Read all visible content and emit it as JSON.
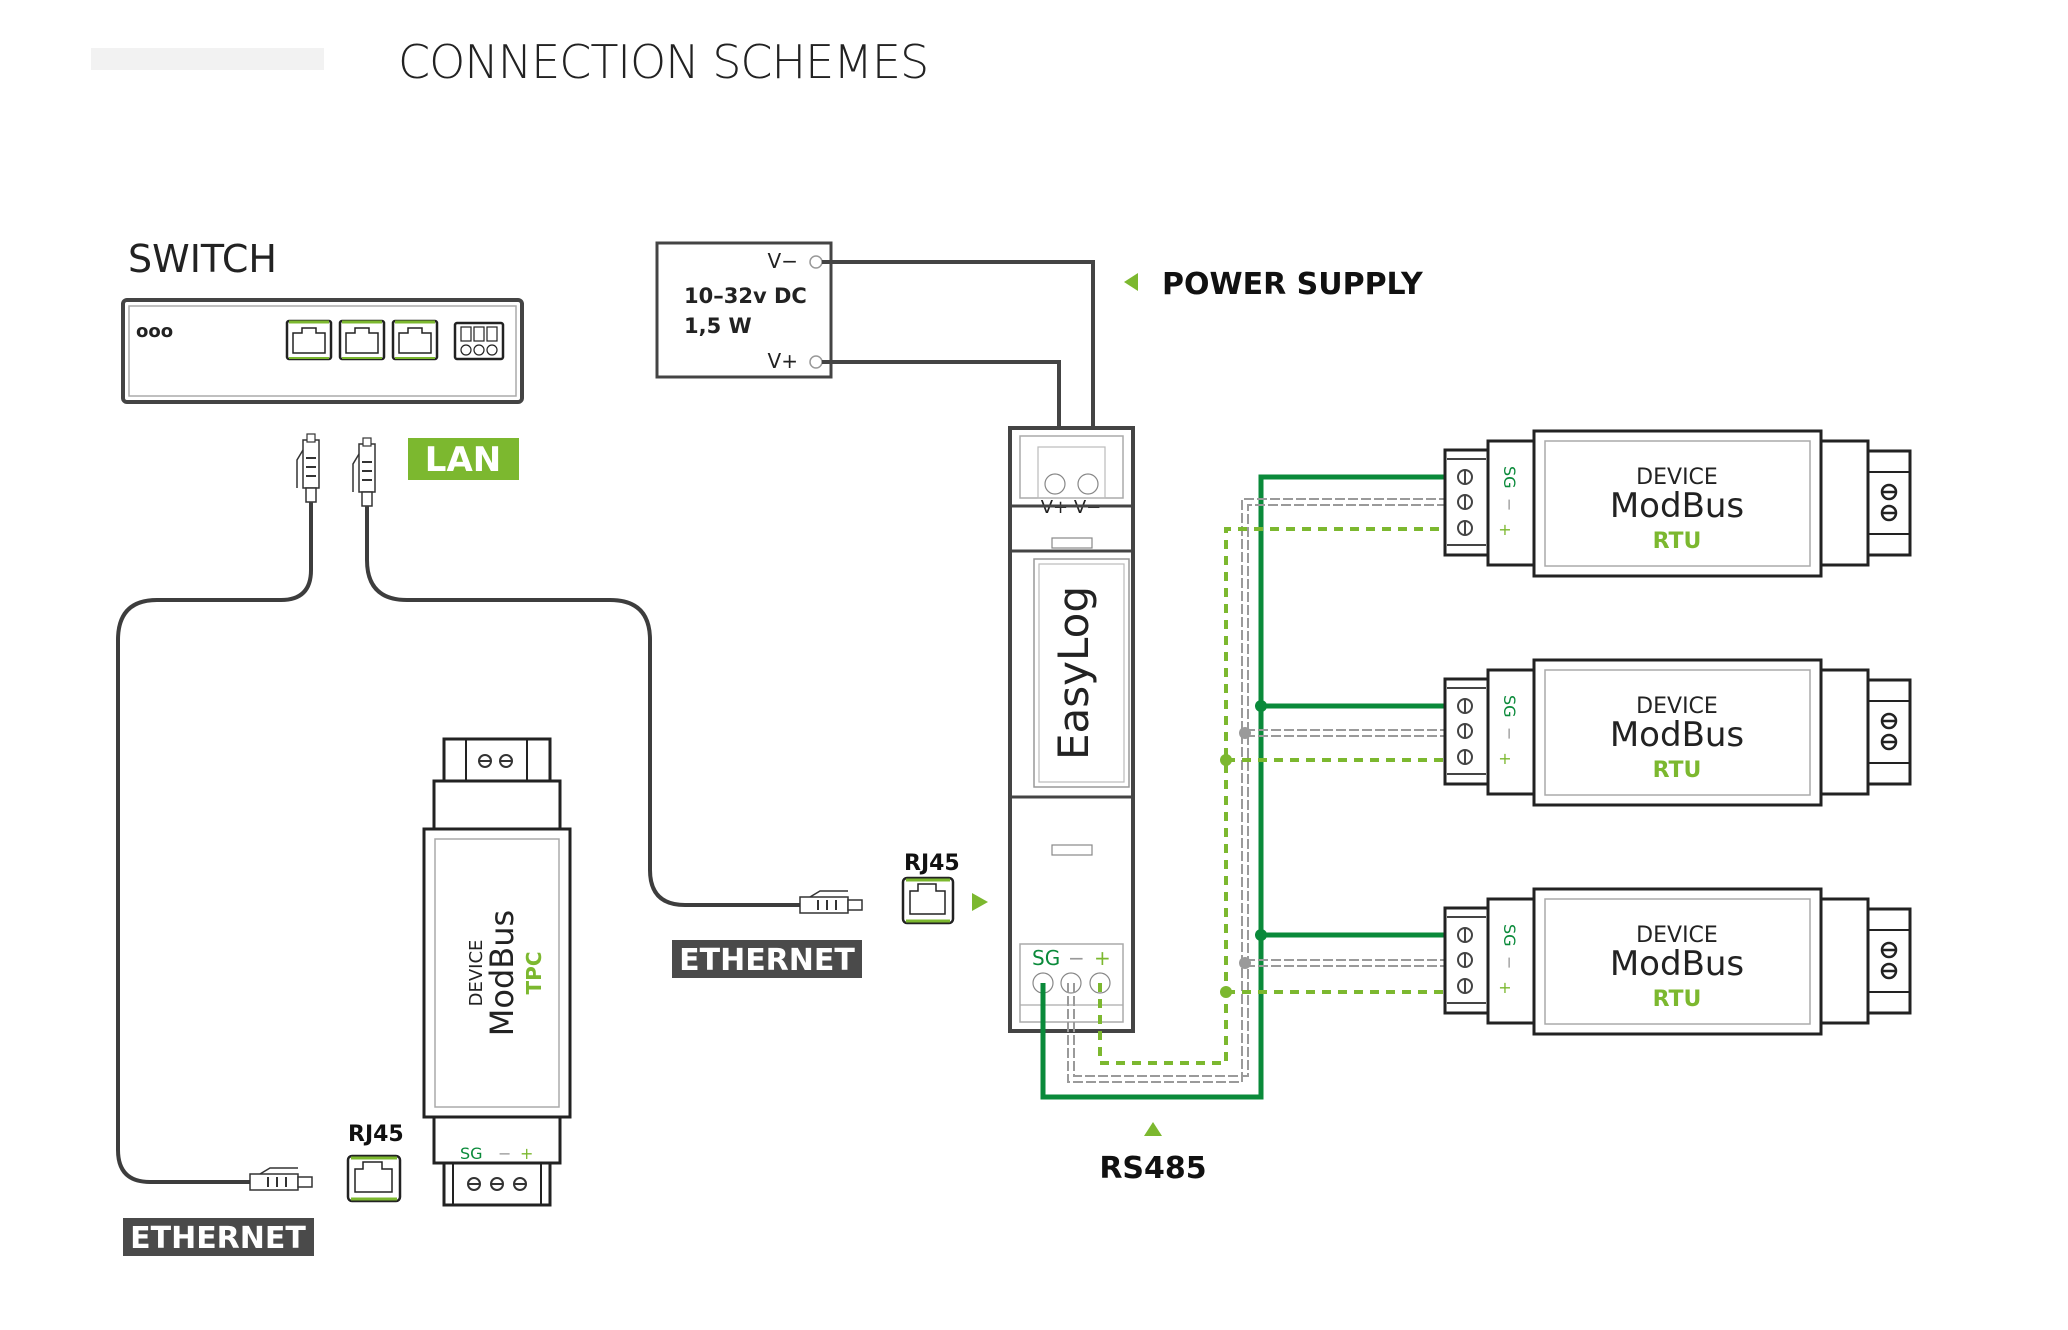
{
  "header": {
    "title": "CONNECTION SCHEMES"
  },
  "switch": {
    "title": "SWITCH",
    "leds": "ooo",
    "lan_badge": "LAN"
  },
  "power_supply": {
    "v_minus": "V−",
    "v_plus": "V+",
    "voltage": "10–32v DC",
    "power": "1,5 W",
    "label": "POWER SUPPLY"
  },
  "easylog": {
    "name": "EasyLog",
    "power_terminals": "V+ V−",
    "terminal_sg": "SG",
    "terminal_minus": "−",
    "terminal_plus": "+"
  },
  "ethernet_links": [
    {
      "port_label": "RJ45",
      "cable_label": "ETHERNET"
    },
    {
      "port_label": "RJ45",
      "cable_label": "ETHERNET"
    }
  ],
  "tpc_device": {
    "kind": "DEVICE",
    "name": "ModBus",
    "protocol": "TPC",
    "terminal_sg": "SG",
    "terminal_minus": "−",
    "terminal_plus": "+"
  },
  "rtu_devices": [
    {
      "kind": "DEVICE",
      "name": "ModBus",
      "protocol": "RTU",
      "terminal_sg": "SG",
      "terminal_minus": "−",
      "terminal_plus": "+"
    },
    {
      "kind": "DEVICE",
      "name": "ModBus",
      "protocol": "RTU",
      "terminal_sg": "SG",
      "terminal_minus": "−",
      "terminal_plus": "+"
    },
    {
      "kind": "DEVICE",
      "name": "ModBus",
      "protocol": "RTU",
      "terminal_sg": "SG",
      "terminal_minus": "−",
      "terminal_plus": "+"
    }
  ],
  "bus": {
    "label": "RS485"
  },
  "colors": {
    "accent_green": "#7cb82f",
    "signal_green": "#0a8a3a",
    "label_dark": "#4a4a4a",
    "wire_gray": "#9a9a9a"
  }
}
